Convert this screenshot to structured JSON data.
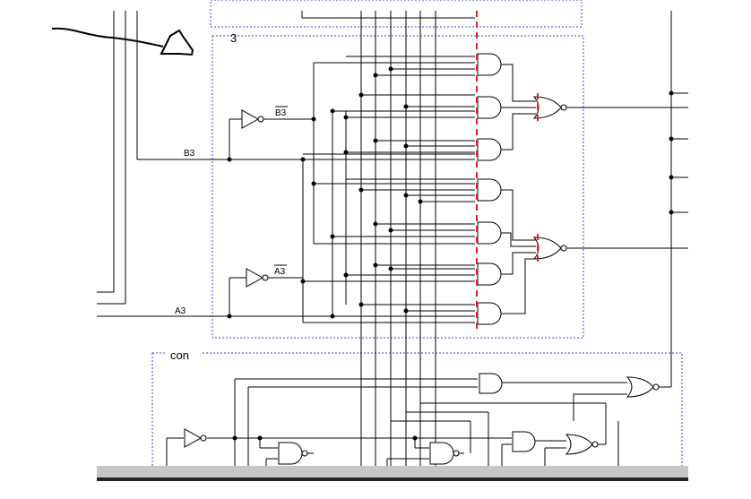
{
  "diagram": {
    "blocks": [
      {
        "id": "block3",
        "label": "3"
      },
      {
        "id": "control",
        "label": "con"
      }
    ],
    "signals": {
      "b_input": "B3",
      "b_inverted": "B3",
      "a_input": "A3",
      "a_inverted": "A3"
    },
    "colors": {
      "wire": "#000000",
      "block_border": "#3344cc",
      "cut_marker": "#e02020",
      "scrollbar": "#c6c6c6"
    }
  }
}
